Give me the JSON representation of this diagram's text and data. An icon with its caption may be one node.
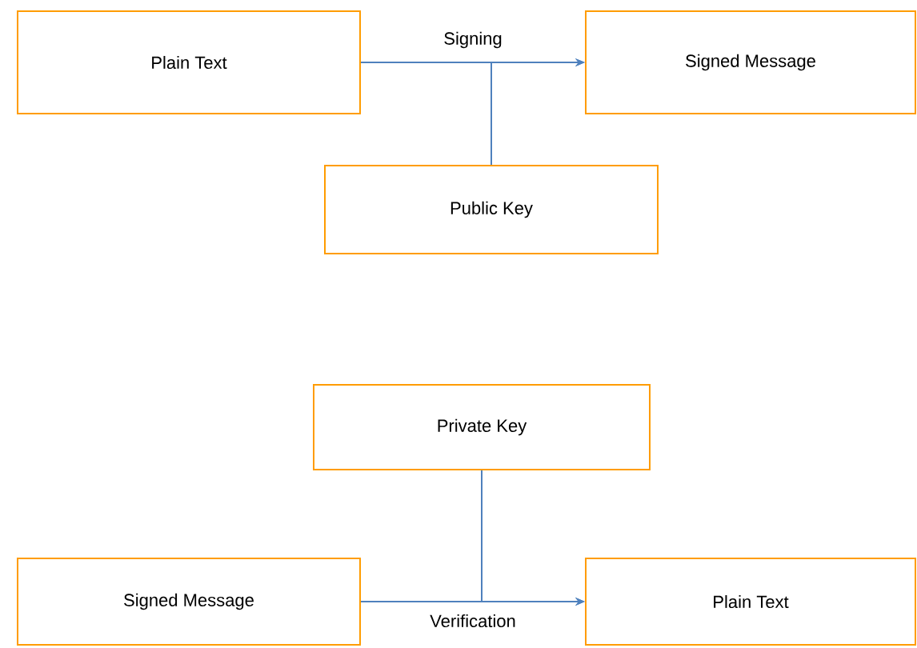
{
  "diagram": {
    "nodes": [
      {
        "text": [
          "Plain Text"
        ]
      },
      {
        "text": [
          "Signed Message"
        ]
      },
      {
        "text": [
          "Public Key"
        ]
      },
      {
        "text": [
          "Private Key"
        ]
      },
      {
        "text": [
          "Signed Message"
        ]
      },
      {
        "text": [
          "Plain Text"
        ]
      }
    ],
    "edges": [
      {
        "from": 0,
        "to": 1,
        "arrow": "to",
        "label": "Signing"
      },
      {
        "from": 2,
        "to": 1,
        "arrow": "to"
      },
      {
        "from": 3,
        "to": 5,
        "arrow": "to"
      },
      {
        "from": 4,
        "to": 5,
        "arrow": "to",
        "label": "Verification"
      }
    ]
  }
}
